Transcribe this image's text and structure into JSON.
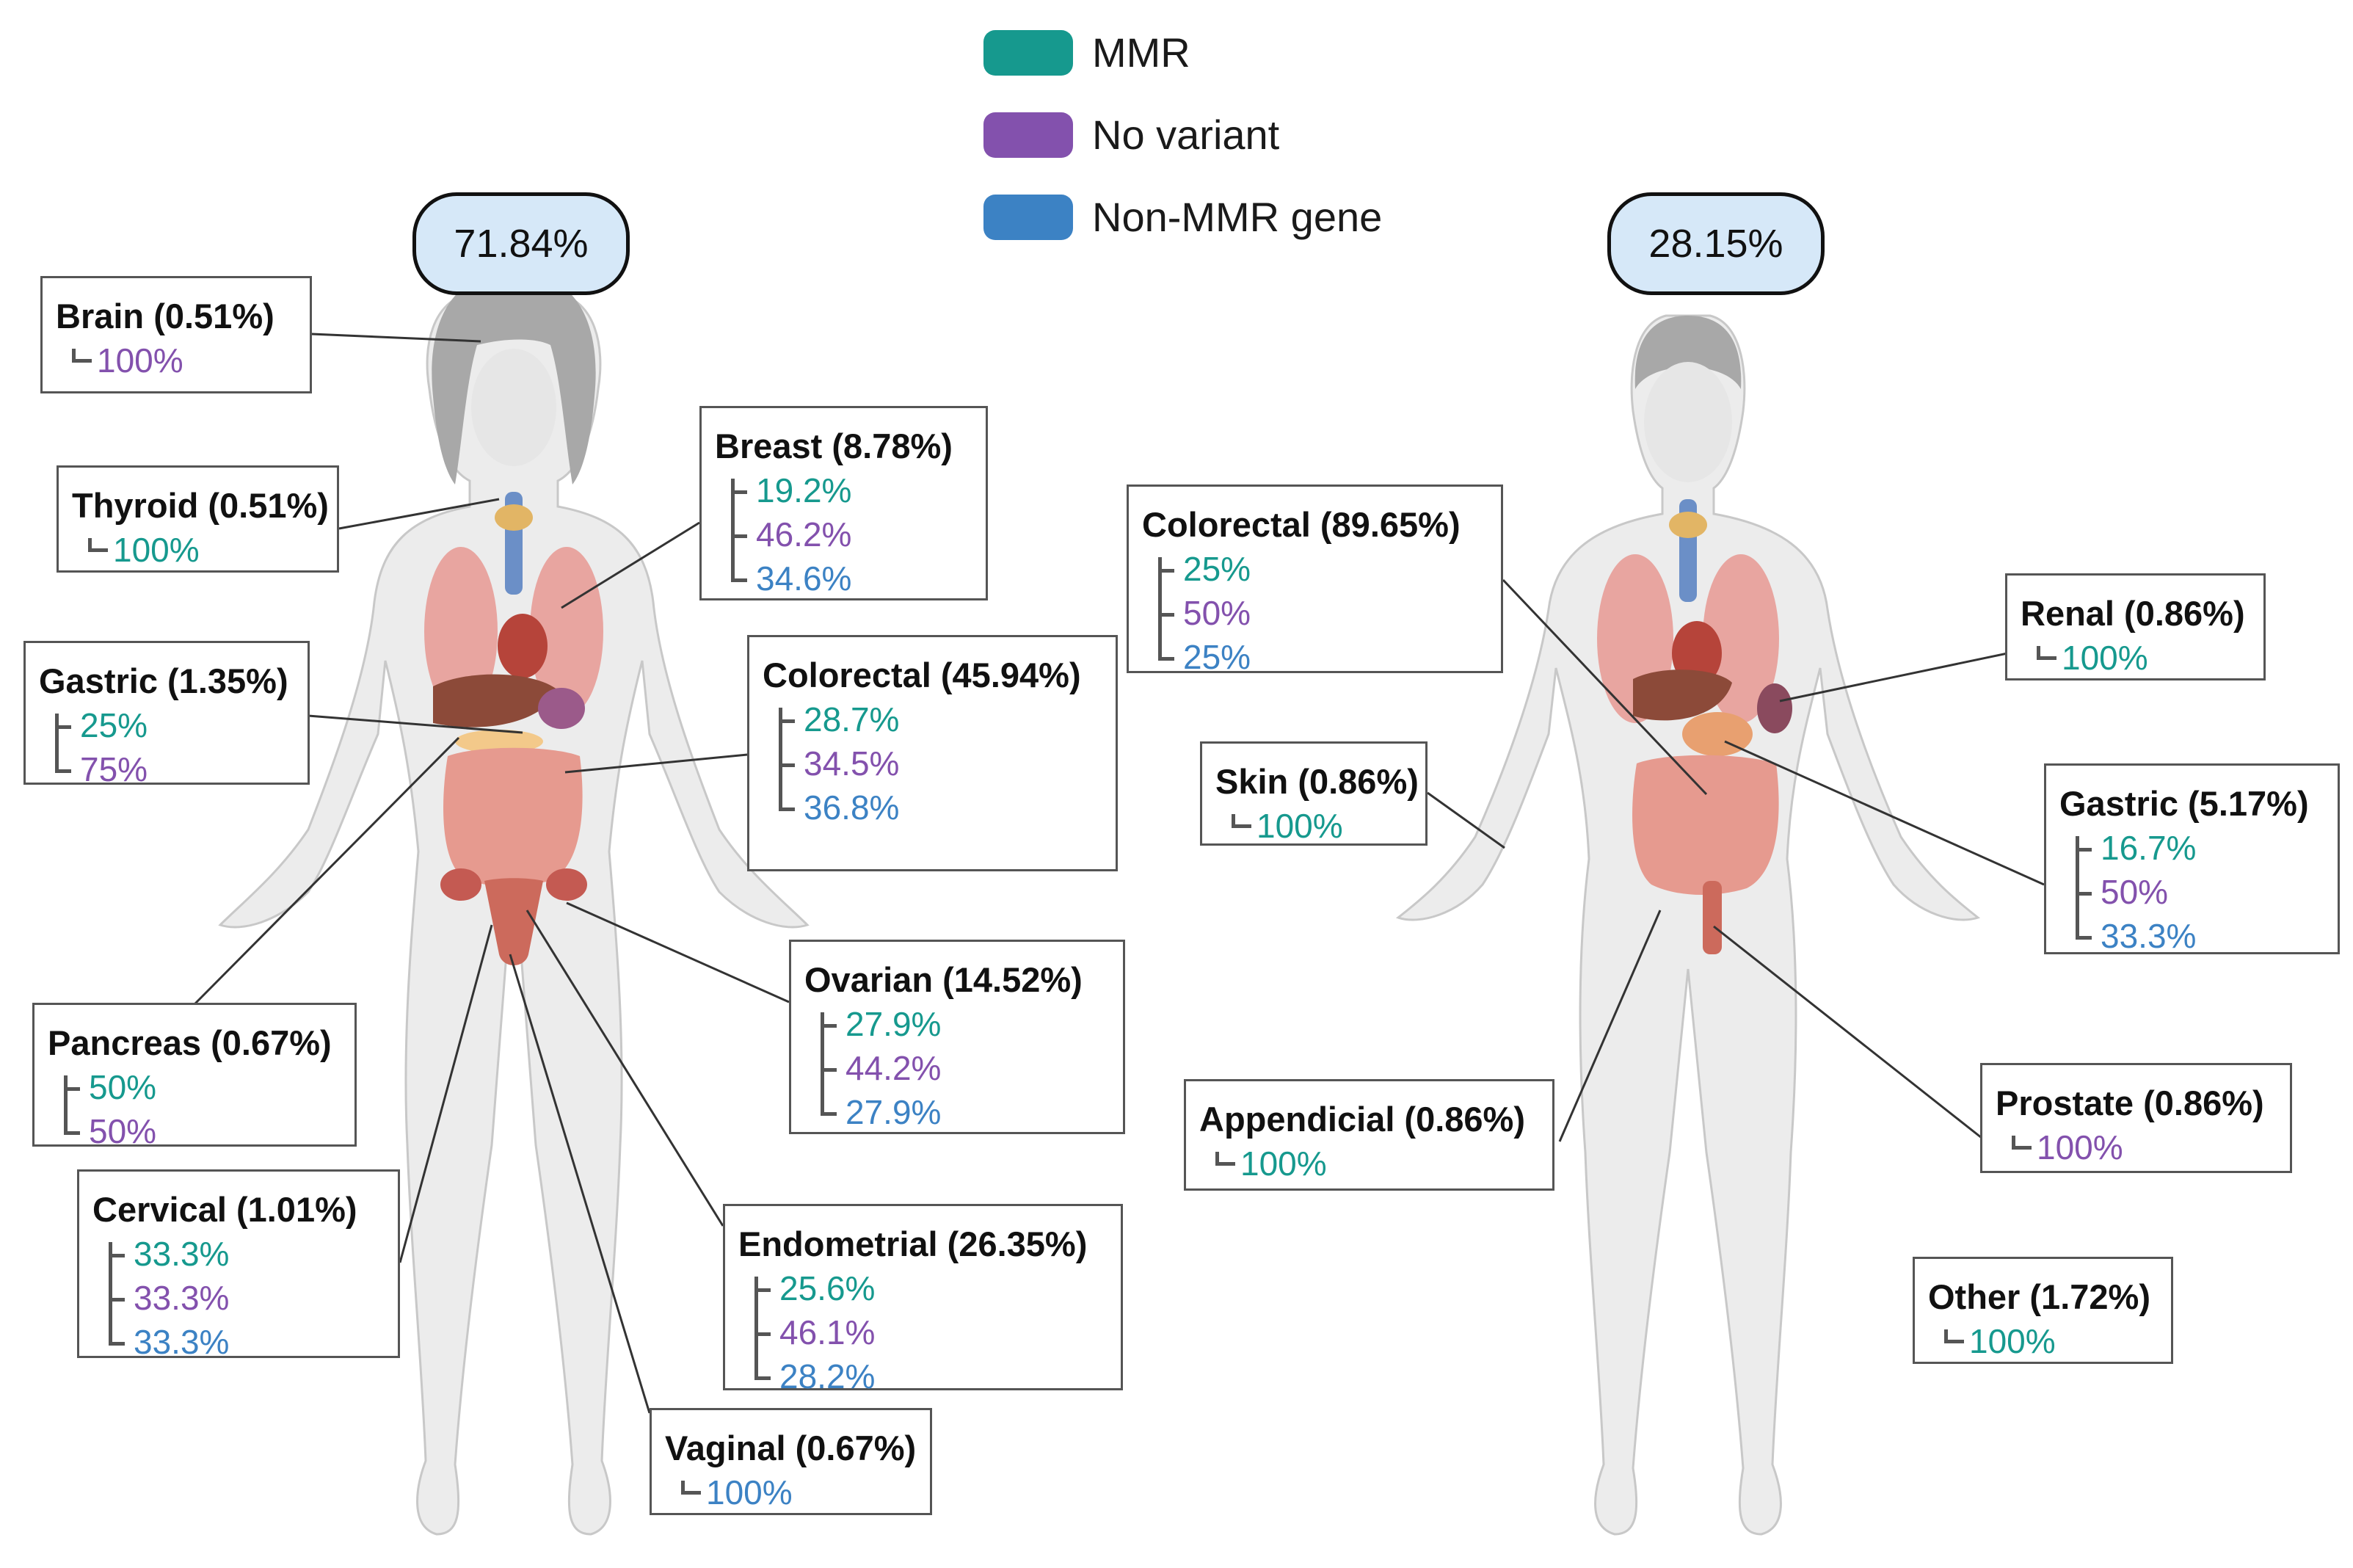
{
  "legend": [
    {
      "label": "MMR",
      "color": "#16998e"
    },
    {
      "label": "No variant",
      "color": "#8351ad"
    },
    {
      "label": "Non-MMR gene",
      "color": "#3c82c4"
    }
  ],
  "colors": {
    "mmr": "#16998e",
    "no_variant": "#8351ad",
    "non_mmr": "#3c82c4",
    "pill_fill": "#d6e8f8"
  },
  "female": {
    "total": "71.84%",
    "sites": {
      "brain": {
        "title": "Brain (0.51%)",
        "values": [
          {
            "text": "100%",
            "cat": "no_variant"
          }
        ]
      },
      "thyroid": {
        "title": "Thyroid (0.51%)",
        "values": [
          {
            "text": "100%",
            "cat": "mmr"
          }
        ]
      },
      "breast": {
        "title": "Breast (8.78%)",
        "values": [
          {
            "text": "19.2%",
            "cat": "mmr"
          },
          {
            "text": "46.2%",
            "cat": "no_variant"
          },
          {
            "text": "34.6%",
            "cat": "non_mmr"
          }
        ]
      },
      "gastric": {
        "title": "Gastric (1.35%)",
        "values": [
          {
            "text": "25%",
            "cat": "mmr"
          },
          {
            "text": "75%",
            "cat": "no_variant"
          }
        ]
      },
      "colorectal": {
        "title": "Colorectal (45.94%)",
        "values": [
          {
            "text": "28.7%",
            "cat": "mmr"
          },
          {
            "text": "34.5%",
            "cat": "no_variant"
          },
          {
            "text": "36.8%",
            "cat": "non_mmr"
          }
        ]
      },
      "ovarian": {
        "title": "Ovarian (14.52%)",
        "values": [
          {
            "text": "27.9%",
            "cat": "mmr"
          },
          {
            "text": "44.2%",
            "cat": "no_variant"
          },
          {
            "text": "27.9%",
            "cat": "non_mmr"
          }
        ]
      },
      "pancreas": {
        "title": "Pancreas (0.67%)",
        "values": [
          {
            "text": "50%",
            "cat": "mmr"
          },
          {
            "text": "50%",
            "cat": "no_variant"
          }
        ]
      },
      "cervical": {
        "title": "Cervical (1.01%)",
        "values": [
          {
            "text": "33.3%",
            "cat": "mmr"
          },
          {
            "text": "33.3%",
            "cat": "no_variant"
          },
          {
            "text": "33.3%",
            "cat": "non_mmr"
          }
        ]
      },
      "endometrial": {
        "title": "Endometrial (26.35%)",
        "values": [
          {
            "text": "25.6%",
            "cat": "mmr"
          },
          {
            "text": "46.1%",
            "cat": "no_variant"
          },
          {
            "text": "28.2%",
            "cat": "non_mmr"
          }
        ]
      },
      "vaginal": {
        "title": "Vaginal (0.67%)",
        "values": [
          {
            "text": "100%",
            "cat": "non_mmr"
          }
        ]
      }
    }
  },
  "male": {
    "total": "28.15%",
    "sites": {
      "colorectal": {
        "title": "Colorectal (89.65%)",
        "values": [
          {
            "text": "25%",
            "cat": "mmr"
          },
          {
            "text": "50%",
            "cat": "no_variant"
          },
          {
            "text": "25%",
            "cat": "non_mmr"
          }
        ]
      },
      "renal": {
        "title": "Renal (0.86%)",
        "values": [
          {
            "text": "100%",
            "cat": "mmr"
          }
        ]
      },
      "skin": {
        "title": "Skin (0.86%)",
        "values": [
          {
            "text": "100%",
            "cat": "mmr"
          }
        ]
      },
      "gastric": {
        "title": "Gastric (5.17%)",
        "values": [
          {
            "text": "16.7%",
            "cat": "mmr"
          },
          {
            "text": "50%",
            "cat": "no_variant"
          },
          {
            "text": "33.3%",
            "cat": "non_mmr"
          }
        ]
      },
      "appendicial": {
        "title": "Appendicial (0.86%)",
        "values": [
          {
            "text": "100%",
            "cat": "mmr"
          }
        ]
      },
      "prostate": {
        "title": "Prostate (0.86%)",
        "values": [
          {
            "text": "100%",
            "cat": "no_variant"
          }
        ]
      },
      "other": {
        "title": "Other (1.72%)",
        "values": [
          {
            "text": "100%",
            "cat": "mmr"
          }
        ]
      }
    }
  }
}
